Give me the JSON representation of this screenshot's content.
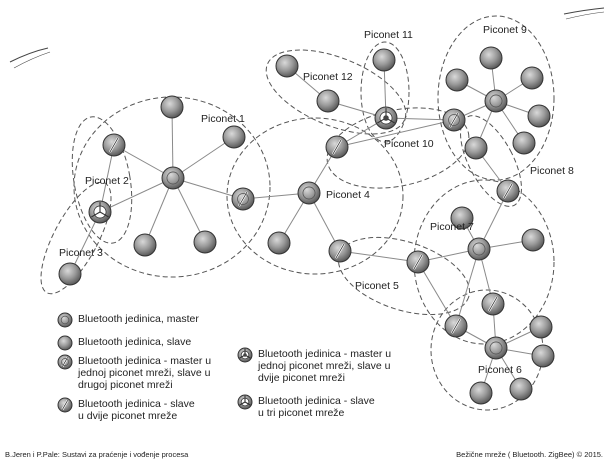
{
  "piconets": [
    {
      "id": "p1",
      "label": "Piconet 1"
    },
    {
      "id": "p2",
      "label": "Piconet 2"
    },
    {
      "id": "p3",
      "label": "Piconet 3"
    },
    {
      "id": "p4",
      "label": "Piconet 4"
    },
    {
      "id": "p5",
      "label": "Piconet 5"
    },
    {
      "id": "p6",
      "label": "Piconet 6"
    },
    {
      "id": "p7",
      "label": "Piconet 7"
    },
    {
      "id": "p8",
      "label": "Piconet 8"
    },
    {
      "id": "p9",
      "label": "Piconet 9"
    },
    {
      "id": "p10",
      "label": "Piconet 10"
    },
    {
      "id": "p11",
      "label": "Piconet 11"
    },
    {
      "id": "p12",
      "label": "Piconet 12"
    }
  ],
  "legend": [
    {
      "type": "master",
      "text": "Bluetooth jedinica, master"
    },
    {
      "type": "slave",
      "text": "Bluetooth jedinica, slave"
    },
    {
      "type": "master-slave",
      "text": "Bluetooth jedinica - master u\njednoj piconet mreži, slave u\ndrugoj piconet mreži"
    },
    {
      "type": "slave-two",
      "text": "Bluetooth jedinica - slave\nu dvije piconet mreže"
    },
    {
      "type": "master-two-slave",
      "text": "Bluetooth jedinica - master u\njednoj piconet mreži, slave u\ndvije piconet mreži"
    },
    {
      "type": "slave-three",
      "text": "Bluetooth jedinica - slave\nu tri piconet mreže"
    }
  ],
  "footer": {
    "left": "B.Jeren i P.Pale: Sustavi za praćenje i vođenje procesa",
    "right": "Bežične mreže ( Bluetooth. ZigBee) © 2015."
  }
}
